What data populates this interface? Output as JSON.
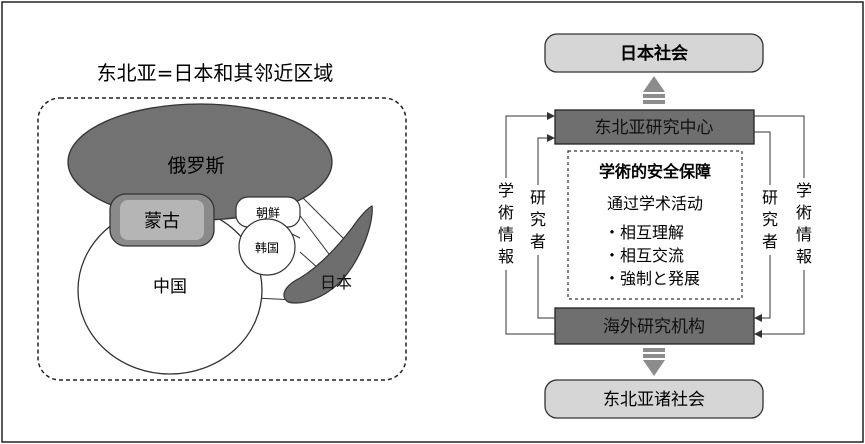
{
  "left_panel": {
    "title": "东北亚=日本和其邻近区域",
    "regions": {
      "russia": "俄罗斯",
      "mongolia": "蒙古",
      "north_korea": "朝鲜",
      "south_korea": "韩国",
      "china": "中国",
      "japan": "日本"
    }
  },
  "right_panel": {
    "top_box": "日本社会",
    "center_top": "东北亚研究中心",
    "center_bottom": "海外研究机构",
    "bottom_box": "东北亚诸社会",
    "core": {
      "title": "学術的安全保障",
      "subtitle": "通过学术活动",
      "items": [
        "・相互理解",
        "・相互交流",
        "・強制と発展"
      ]
    },
    "side_labels": {
      "outer_left": [
        "学",
        "術",
        "情",
        "報"
      ],
      "inner_left": [
        "研",
        "究",
        "者"
      ],
      "inner_right": [
        "研",
        "究",
        "者"
      ],
      "outer_right": [
        "学",
        "術",
        "情",
        "報"
      ]
    }
  },
  "colors": {
    "dark_gray": "#707070",
    "mid_gray": "#9a9a9a",
    "light_gray": "#d6d6d6",
    "box_dark": "#6f6f6f",
    "arrow_gray": "#8c8c8c"
  }
}
